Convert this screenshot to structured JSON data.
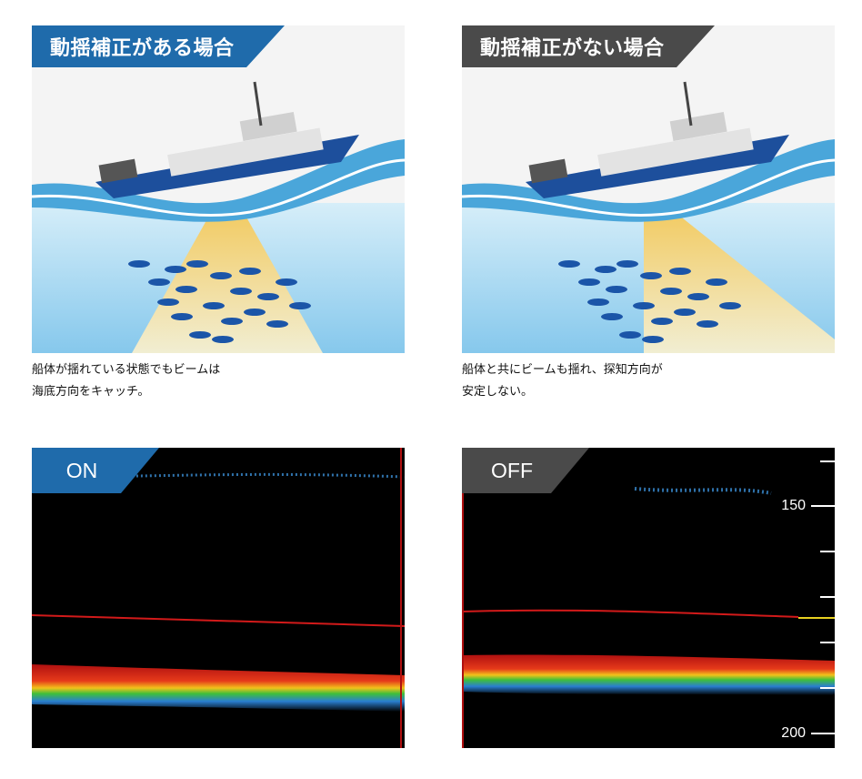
{
  "top_left": {
    "title": "動揺補正がある場合",
    "caption": "船体が揺れている状態でもビームは\n海底方向をキャッチ。"
  },
  "top_right": {
    "title": "動揺補正がない場合",
    "caption": "船体と共にビームも揺れ、探知方向が\n安定しない。"
  },
  "bottom_left": {
    "label": "ON"
  },
  "bottom_right": {
    "label": "OFF",
    "scale": [
      "150",
      "200"
    ]
  },
  "colors": {
    "tab_blue": "#1f6bab",
    "tab_gray": "#4a4a4a",
    "sea": "#7cc4ea",
    "ship_hull": "#1d4f9c",
    "fish": "#1b55a8",
    "beam": "#f8d27a",
    "sonar_bg": "#000000"
  }
}
